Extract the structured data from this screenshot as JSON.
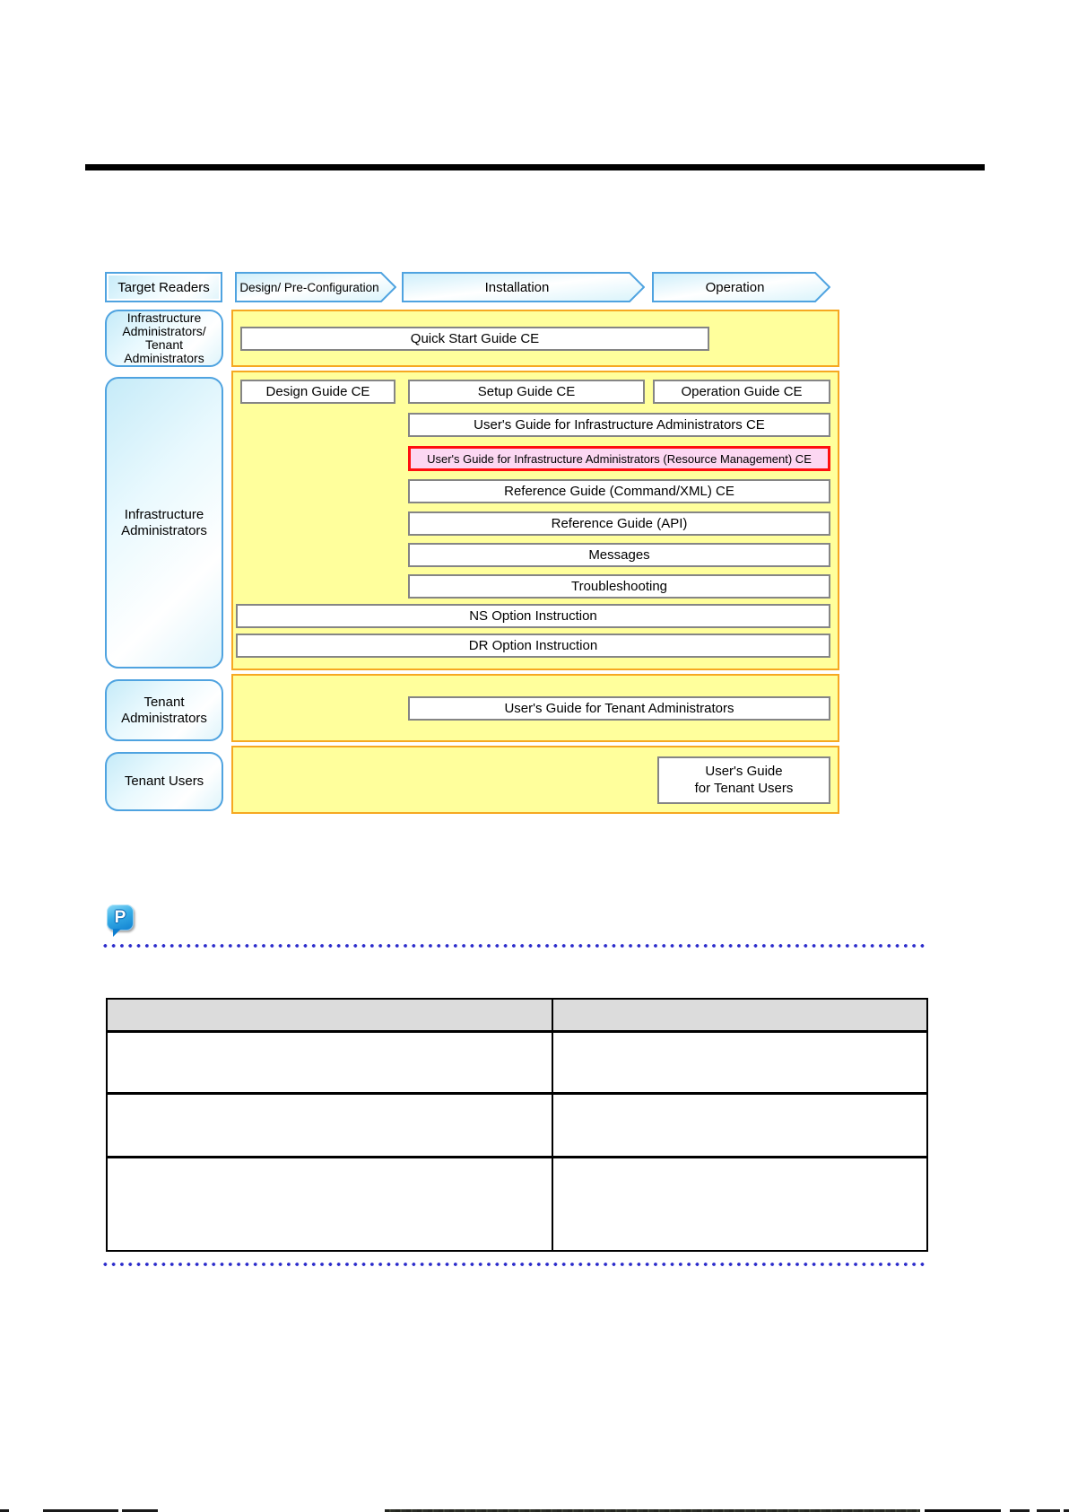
{
  "figure": {
    "target_readers_label": "Target Readers",
    "phases": [
      {
        "label": "Design/ Pre-Configuration"
      },
      {
        "label": "Installation"
      },
      {
        "label": "Operation"
      }
    ],
    "reader_groups": [
      {
        "label": "Infrastructure\nAdministrators/\nTenant\nAdministrators"
      },
      {
        "label": "Infrastructure\nAdministrators"
      },
      {
        "label": "Tenant\nAdministrators"
      },
      {
        "label": "Tenant Users"
      }
    ],
    "guides": {
      "quick_start": "Quick Start Guide CE",
      "design": "Design Guide CE",
      "setup": "Setup Guide CE",
      "operation": "Operation Guide CE",
      "ug_infra": "User's Guide for Infrastructure Administrators CE",
      "ug_infra_rm": "User's Guide for Infrastructure Administrators (Resource Management) CE",
      "ref_cmd_xml": "Reference Guide (Command/XML) CE",
      "ref_api": "Reference Guide (API)",
      "messages": "Messages",
      "troubleshooting": "Troubleshooting",
      "ns_option": "NS Option Instruction",
      "dr_option": "DR Option Instruction",
      "ug_tenant_admin": "User's Guide for Tenant Administrators",
      "ug_tenant_users": "User's Guide\nfor Tenant Users"
    },
    "colors": {
      "highlight_border": "#ff0f0f",
      "highlight_fill": "#fcd7f2",
      "panel_fill": "#ffff9c",
      "panel_border": "#f6a821",
      "blue_border": "#4fa3e0",
      "dotted_line": "#2b2bcb"
    }
  },
  "point_icon": {
    "letter": "P"
  },
  "table": {
    "columns": [
      {
        "header": ""
      },
      {
        "header": ""
      }
    ],
    "rows": [
      [
        "",
        ""
      ],
      [
        "",
        ""
      ],
      [
        "",
        ""
      ]
    ]
  }
}
